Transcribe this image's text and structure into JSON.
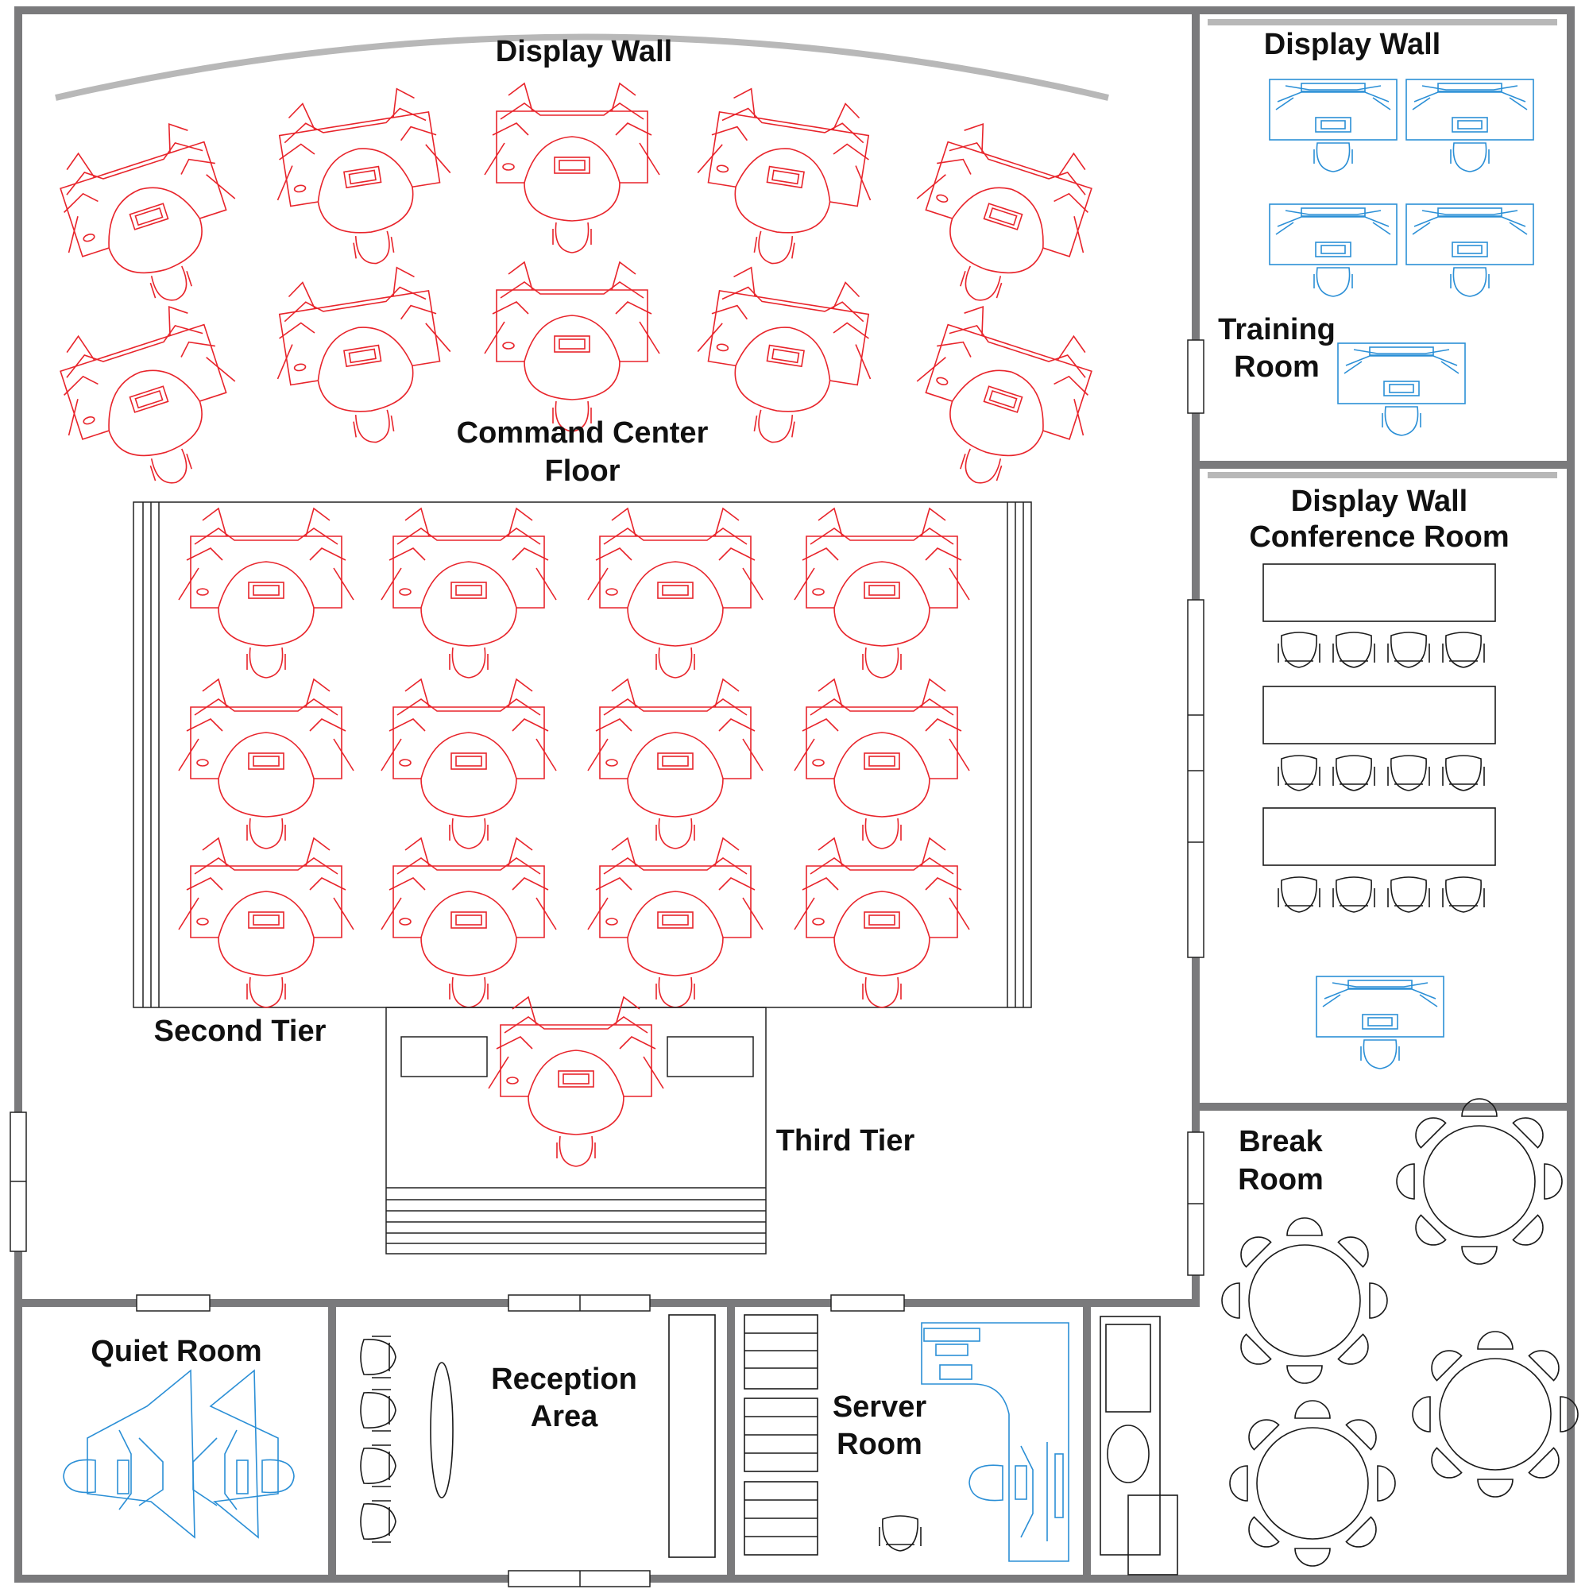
{
  "labels": {
    "display_wall_main": "Display Wall",
    "command_center_1": "Command Center",
    "command_center_2": "Floor",
    "second_tier": "Second Tier",
    "third_tier": "Third Tier",
    "display_wall_training": "Display Wall",
    "training_room_1": "Training",
    "training_room_2": "Room",
    "conference_1": "Display Wall",
    "conference_2": "Conference Room",
    "break_room_1": "Break",
    "break_room_2": "Room",
    "quiet_room": "Quiet Room",
    "reception_1": "Reception",
    "reception_2": "Area",
    "server_room_1": "Server",
    "server_room_2": "Room"
  },
  "colors": {
    "wall": "#7a7a7c",
    "operator_console": "#e8242b",
    "support_console": "#2b8fd6",
    "furniture": "#1a1a1a",
    "display_wall": "#b8b8b8"
  },
  "legend_semantics": {
    "red": "operator-console",
    "blue": "support-console",
    "black": "furniture"
  }
}
